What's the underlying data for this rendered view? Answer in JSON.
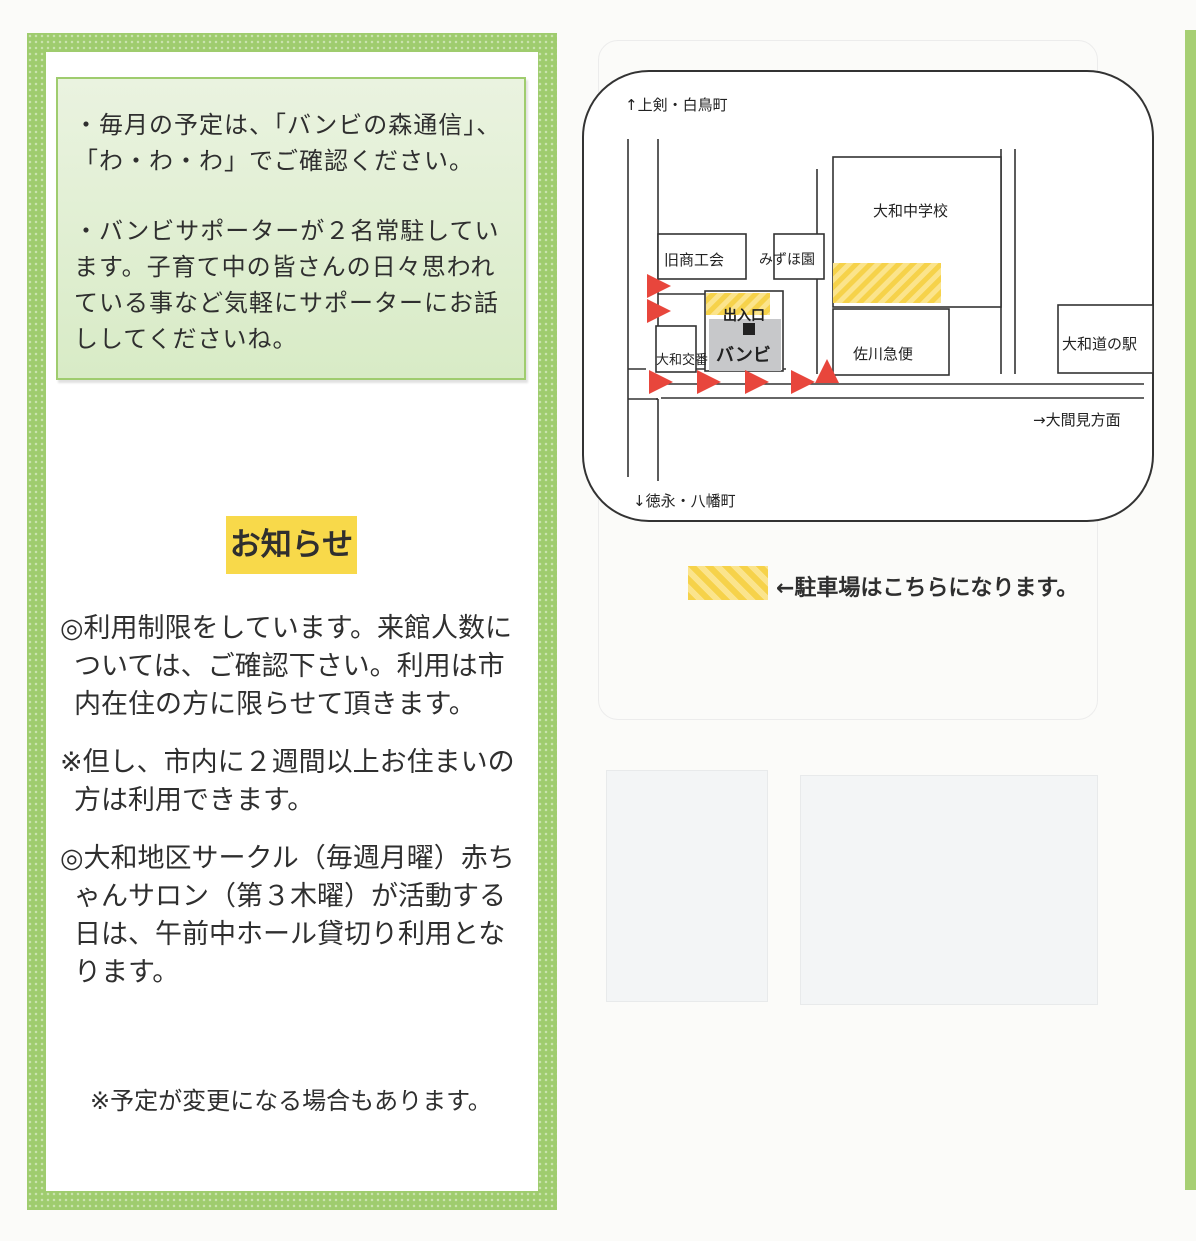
{
  "info_box": {
    "paragraphs": [
      "・毎月の予定は、「バンビの森通信」、「わ・わ・わ」でご確認ください。",
      "・バンビサポーターが２名常駐しています。子育て中の皆さんの日々思われている事など気軽にサポーターにお話ししてくださいね。"
    ]
  },
  "notice": {
    "title": "お知らせ",
    "items": [
      "◎利用制限をしています。来館人数については、ご確認下さい。利用は市内在住の方に限らせて頂きます。",
      "※但し、市内に２週間以上お住まいの方は利用できます。",
      "◎大和地区サークル（毎週月曜）赤ちゃんサロン（第３木曜）が活動する日は、午前中ホール貸切り利用となります。"
    ],
    "footer": "※予定が変更になる場合もあります。"
  },
  "map": {
    "north_label": "↑上剣・白鳥町",
    "south_label": "↓徳永・八幡町",
    "east_label": "→大間見方面",
    "middle_school": "大和中学校",
    "old_chamber": "旧商工会",
    "mizuho": "みずほ園",
    "entrance": "出入口",
    "police_box": "大和交番",
    "bambi": "バンビ",
    "sagawa": "佐川急便",
    "roadside_station": "大和道の駅"
  },
  "legend": {
    "text": "←駐車場はこちらになります。"
  },
  "colors": {
    "frame_green": "#9fcc6e",
    "highlight_yellow": "#f8d94a",
    "arrow_red": "#e8463c"
  }
}
